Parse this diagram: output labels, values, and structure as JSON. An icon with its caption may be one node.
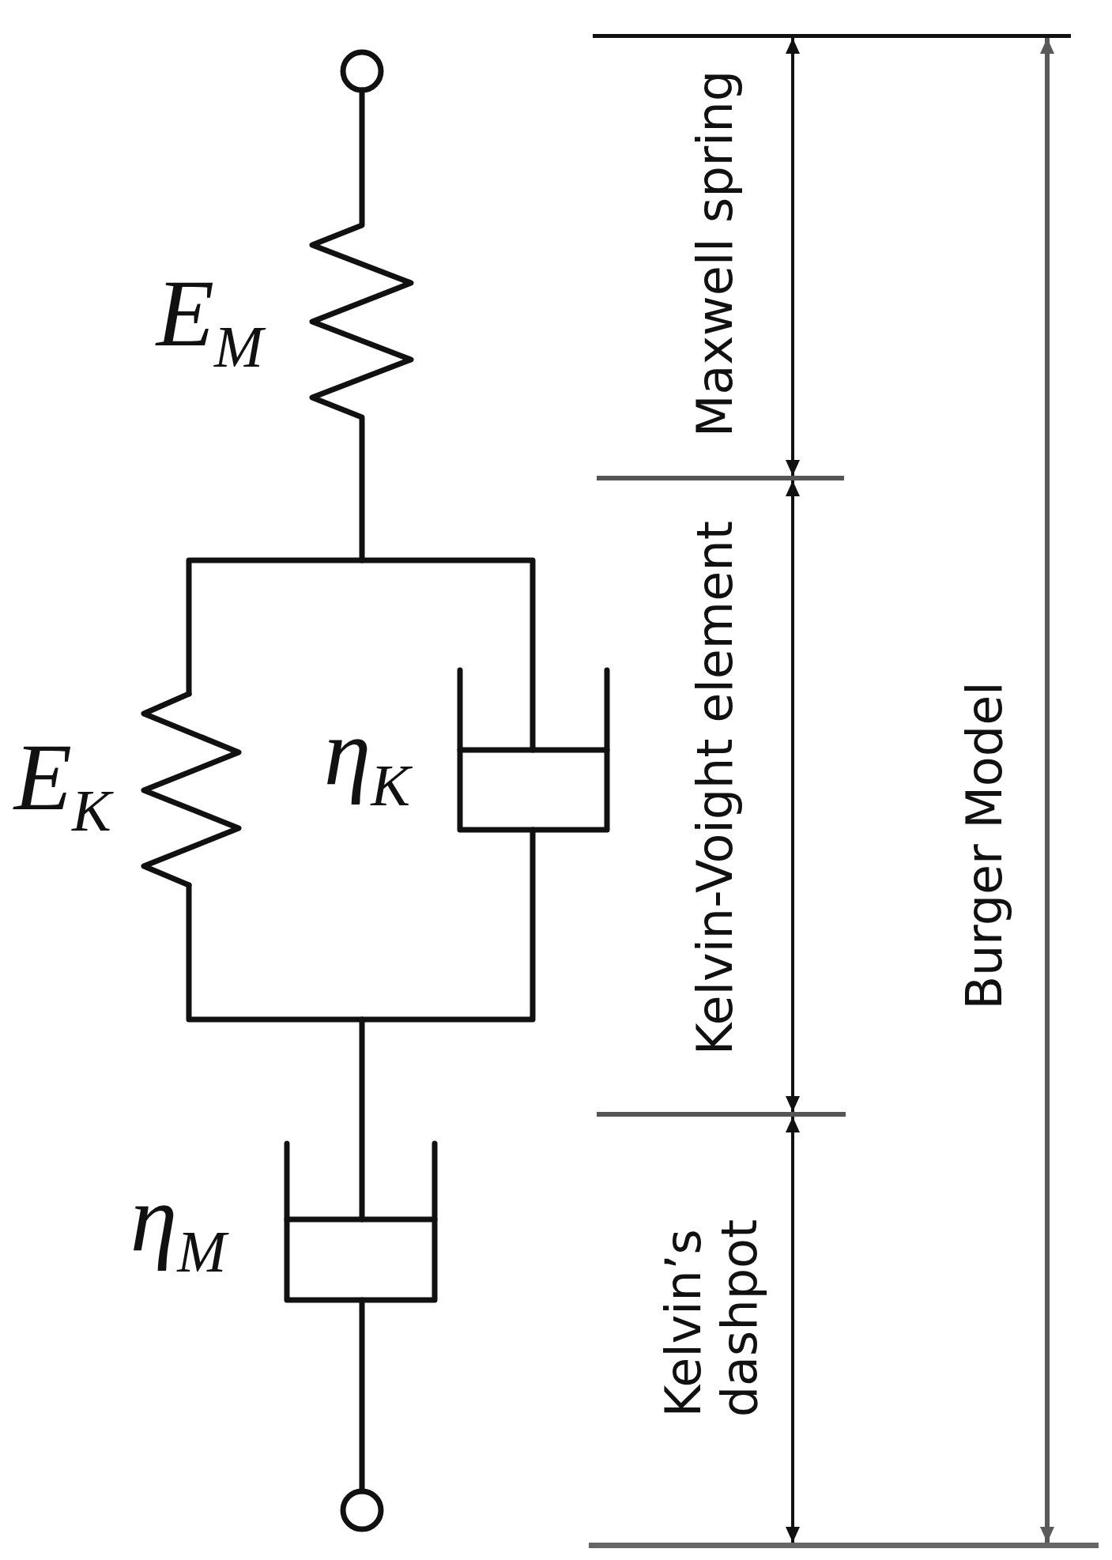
{
  "diagram": {
    "labels": [
      "E$_{M}$",
      "E$_{K}$",
      "η$_{K}$",
      "η$_{M}$",
      "Maxwell spring",
      "Kelvin-Voight element",
      "Kelvin’s dashpot",
      "Burger Model"
    ]
  }
}
